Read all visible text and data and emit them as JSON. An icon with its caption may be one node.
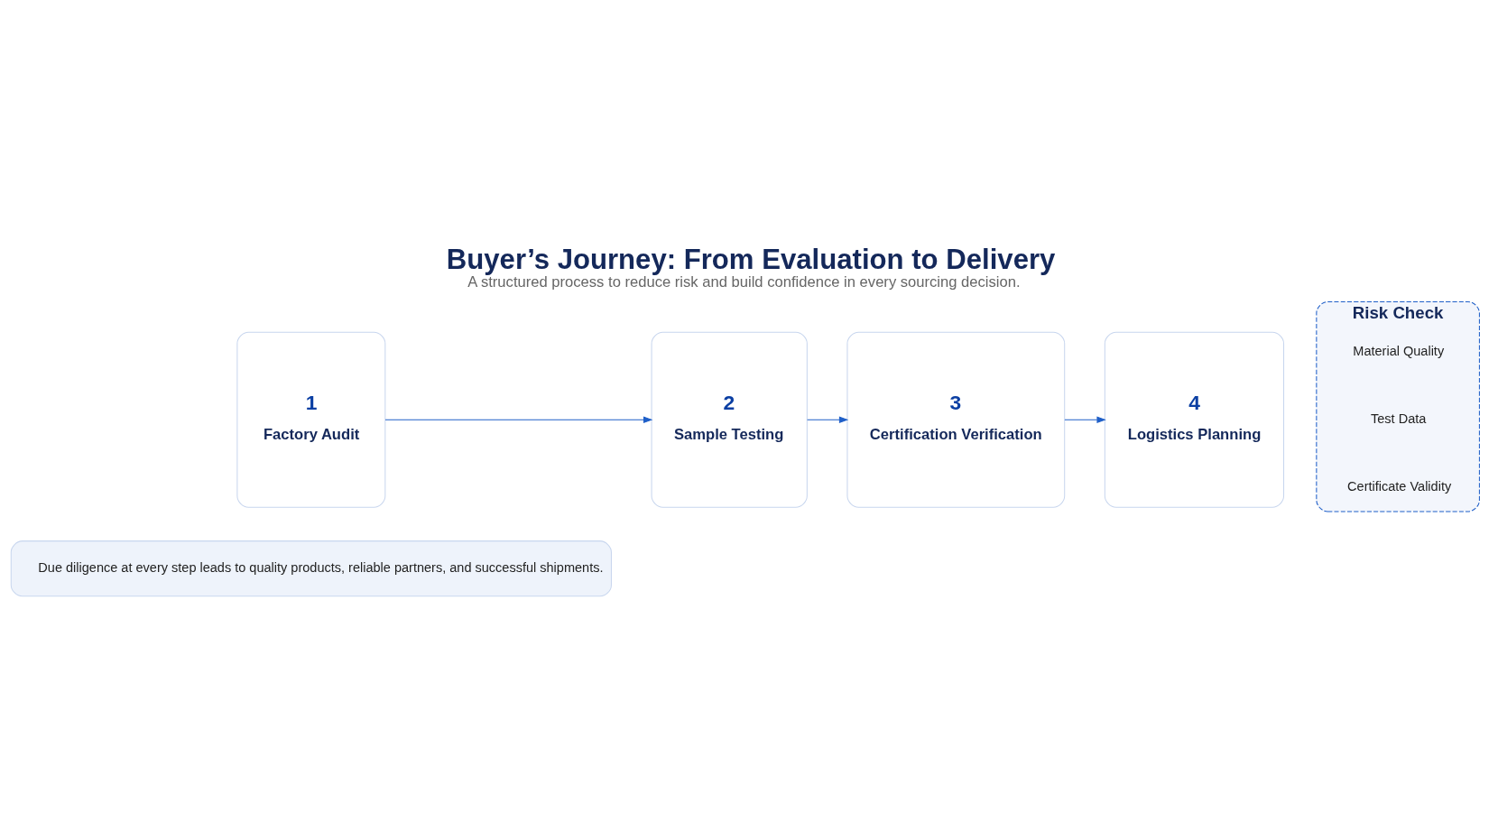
{
  "diagram": {
    "title": "Buyer’s Journey: From Evaluation to Delivery",
    "caption": "A structured process to reduce risk and build confidence in every sourcing decision.",
    "nodes": [
      {
        "text": [
          "1",
          "Factory Audit"
        ]
      },
      {
        "text": [
          "2",
          "Sample Testing"
        ]
      },
      {
        "text": [
          "3",
          "Certification Verification"
        ]
      },
      {
        "text": [
          "4",
          "Logistics Planning"
        ]
      },
      {
        "text": [
          "Risk Check"
        ]
      },
      {
        "text": [
          "Material Quality"
        ],
        "in": 4
      },
      {
        "text": [
          "Test Data"
        ],
        "in": 4
      },
      {
        "text": [
          "Certificate Validity"
        ],
        "in": 4
      },
      {
        "text": [
          "Due diligence at every step leads to quality products, reliable partners, and successful shipments."
        ]
      }
    ],
    "edges": [
      {
        "from": 0,
        "to": 1,
        "arrow": "to"
      },
      {
        "from": 1,
        "to": 2,
        "arrow": "to"
      },
      {
        "from": 2,
        "to": 3,
        "arrow": "to"
      }
    ]
  }
}
